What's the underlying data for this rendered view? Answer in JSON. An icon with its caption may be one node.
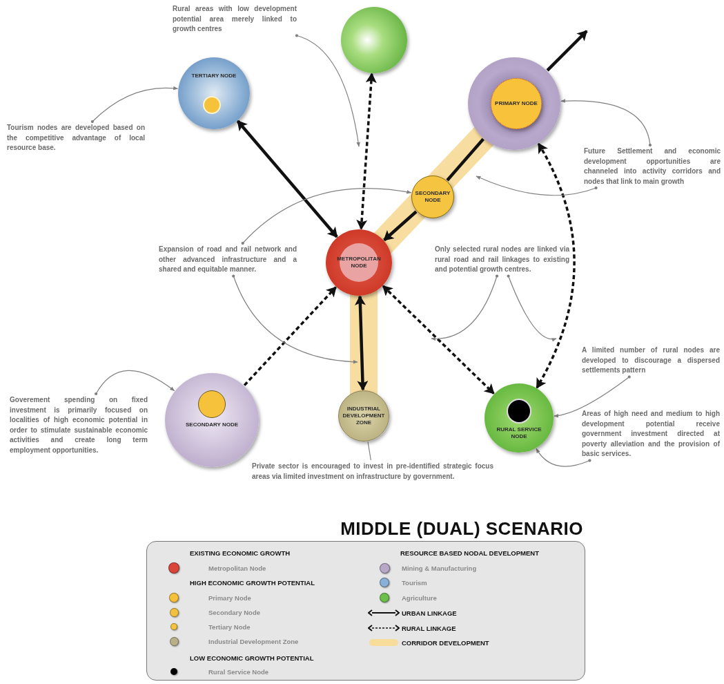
{
  "diagram": {
    "title": "MIDDLE (DUAL) SCENARIO",
    "nodes": [
      {
        "text": [
          "METROPOLITAN NODE"
        ]
      },
      {
        "text": [
          "TERTIARY NODE"
        ]
      },
      {
        "text": [],
        "shape": "circle"
      },
      {
        "text": [],
        "shape": "circle"
      },
      {
        "text": [
          "PRIMARY NODE"
        ],
        "in": 3
      },
      {
        "text": [
          "SECONDARY NODE"
        ]
      },
      {
        "text": [
          "SECONDARY NODE"
        ]
      },
      {
        "text": [
          "INDUSTRIAL DEVELOPMENT ZONE"
        ]
      },
      {
        "text": [
          "RURAL SERVICE NODE"
        ]
      },
      {
        "text": [
          "Rural areas with low development potential area merely linked to growth centres"
        ]
      },
      {
        "text": [
          "Tourism nodes are developed based on the competitive advantage of local resource base."
        ]
      },
      {
        "text": [
          "Future Settlement and economic development opportunities are channeled into activity corridors and nodes that link to main growth"
        ]
      },
      {
        "text": [
          "Expansion of road and rail network and other advanced infrastructure and a shared and equitable manner."
        ]
      },
      {
        "text": [
          "Only selected rural nodes are linked via rural road and rail linkages to existing and potential growth centres."
        ]
      },
      {
        "text": [
          "A limited number of rural nodes are developed to discourage a dispersed settlements pattern"
        ]
      },
      {
        "text": [
          "Areas of high need and medium to high development potential receive government investment directed at poverty alleviation and the provision of basic services."
        ]
      },
      {
        "text": [
          "Goverement spending on fixed investment is primarily focused on localities of high economic potential in order to stimulate sustainable economic activities and create long term employment opportunities."
        ]
      },
      {
        "text": [
          "Private sector is encouraged to invest in pre-identified strategic focus areas via limited investment on infrastructure by government."
        ]
      }
    ],
    "edges": [
      {
        "from": 0,
        "to": 1,
        "arrow": "both",
        "style": "thick",
        "color": "#111111"
      },
      {
        "from": 0,
        "to": 2,
        "arrow": "both",
        "style": "dashed",
        "color": "#111111"
      },
      {
        "from": 3,
        "to": 5,
        "arrow": "none",
        "style": "thick",
        "color": "#111111"
      },
      {
        "from": 5,
        "to": 0,
        "arrow": "to",
        "style": "thick",
        "color": "#111111"
      },
      {
        "from": 3,
        "to": null,
        "arrow": "to",
        "style": "thick",
        "color": "#111111"
      },
      {
        "from": 6,
        "to": 0,
        "arrow": "to",
        "style": "dashed",
        "color": "#111111"
      },
      {
        "from": 0,
        "to": 7,
        "arrow": "both",
        "style": "thick",
        "color": "#111111"
      },
      {
        "from": 0,
        "to": 8,
        "arrow": "both",
        "style": "dashed",
        "color": "#111111"
      },
      {
        "from": 3,
        "to": 8,
        "arrow": "both",
        "style": "dashed",
        "color": "#111111"
      },
      {
        "from": 9,
        "to": null,
        "arrow": "to"
      },
      {
        "from": 10,
        "to": 1,
        "arrow": "to"
      },
      {
        "from": 11,
        "to": 3,
        "arrow": "to"
      },
      {
        "from": 11,
        "to": null,
        "arrow": "to"
      },
      {
        "from": 12,
        "to": 5,
        "arrow": "to"
      },
      {
        "from": 12,
        "to": null,
        "arrow": "to"
      },
      {
        "from": 13,
        "to": null,
        "arrow": "to"
      },
      {
        "from": 13,
        "to": null,
        "arrow": "to"
      },
      {
        "from": 14,
        "to": 8,
        "arrow": "to"
      },
      {
        "from": 15,
        "to": 8,
        "arrow": "to"
      },
      {
        "from": 16,
        "to": 6,
        "arrow": "to"
      },
      {
        "from": 17,
        "to": 7,
        "arrow": "none"
      }
    ],
    "labels": [
      "EXISTING ECONOMIC GROWTH",
      "RESOURCE BASED NODAL DEVELOPMENT",
      "HIGH ECONOMIC GROWTH POTENTIAL",
      "LOW ECONOMIC GROWTH POTENTIAL"
    ],
    "legend": [
      {
        "text": "Metropolitan Node",
        "color": "#d9453a"
      },
      {
        "text": "Primary Node",
        "color": "#f5c03a"
      },
      {
        "text": "Secondary Node",
        "color": "#f0c040"
      },
      {
        "text": "Tertiary Node",
        "color": "#f5c33b"
      },
      {
        "text": "Industrial Development Zone",
        "color": "#b8b088"
      },
      {
        "text": "Rural Service Node",
        "color": "#000000"
      },
      {
        "text": "Mining & Manufacturing",
        "color": "#b8a8c8"
      },
      {
        "text": "Tourism",
        "color": "#8ab0d8"
      },
      {
        "text": "Agriculture",
        "color": "#6cbf4a"
      },
      {
        "text": "URBAN LINKAGE"
      },
      {
        "text": "RURAL LINKAGE"
      },
      {
        "text": "CORRIDOR DEVELOPMENT",
        "color": "#f7dc9a"
      }
    ]
  }
}
